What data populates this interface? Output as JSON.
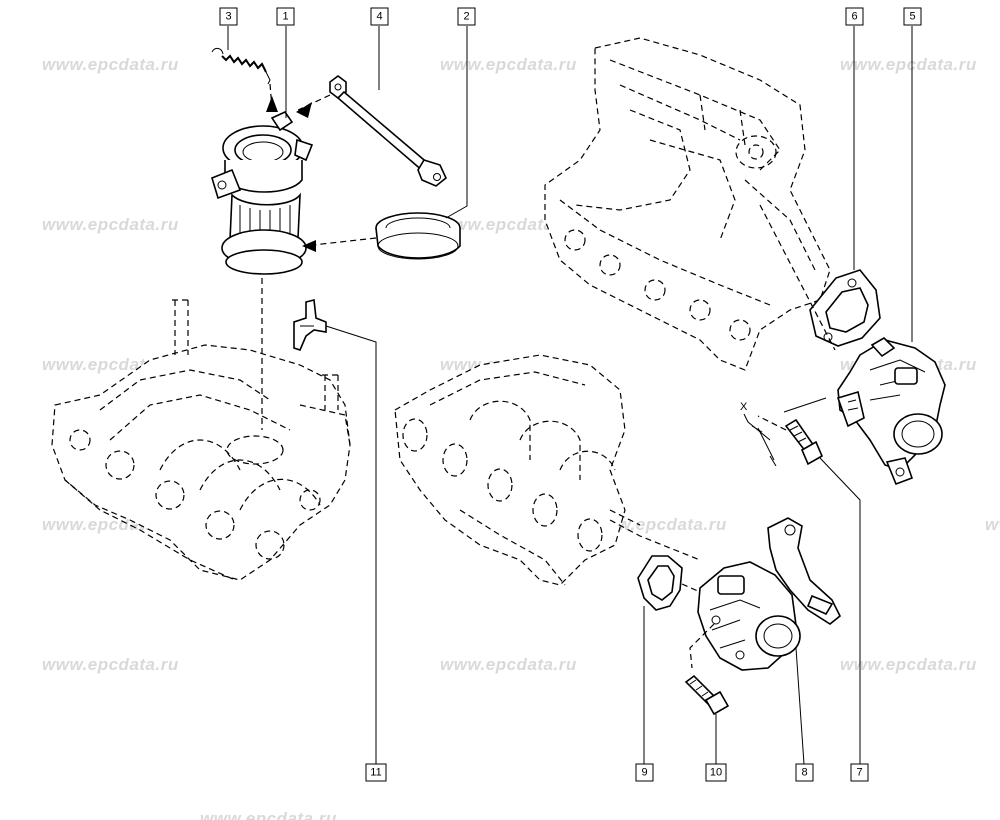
{
  "watermark": {
    "text": "www.epcdata.ru"
  },
  "callouts": [
    {
      "id": "c3",
      "label": "3"
    },
    {
      "id": "c1",
      "label": "1"
    },
    {
      "id": "c4",
      "label": "4"
    },
    {
      "id": "c2",
      "label": "2"
    },
    {
      "id": "c6",
      "label": "6"
    },
    {
      "id": "c5",
      "label": "5"
    },
    {
      "id": "c11",
      "label": "11"
    },
    {
      "id": "c9",
      "label": "9"
    },
    {
      "id": "c10",
      "label": "10"
    },
    {
      "id": "c8",
      "label": "8"
    },
    {
      "id": "c7",
      "label": "7"
    }
  ],
  "dimension_marker": {
    "label": "X"
  }
}
